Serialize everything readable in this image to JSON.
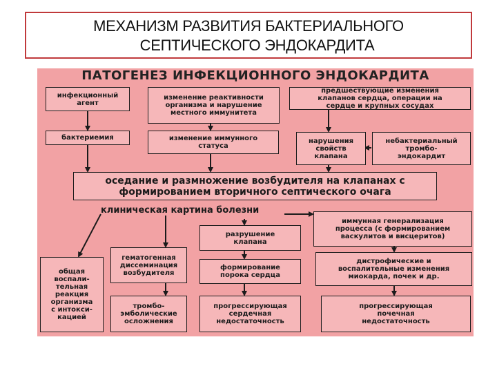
{
  "slide": {
    "title_line1": "МЕХАНИЗМ РАЗВИТИЯ БАКТЕРИАЛЬНОГО",
    "title_line2": "СЕПТИЧЕСКОГО ЭНДОКАРДИТА"
  },
  "diagram": {
    "title": "ПАТОГЕНЕЗ ИНФЕКЦИОННОГО ЭНДОКАРДИТА",
    "nodes": {
      "infectious_agent": "инфекционный\nагент",
      "reactivity_change": "изменение реактивности\nорганизма и нарушение\nместного иммунитета",
      "previous_changes": "предшествующие изменения\nклапанов сердца, операции на\nсердце и крупных сосудах",
      "bacteremia": "бактериемия",
      "immune_status": "изменение иммунного\nстатуса",
      "valve_disorders": "нарушения\nсвойств\nклапана",
      "nonbacterial": "небактериальный\nтромбо-\nэндокардит",
      "settling": "оседание и размножение возбудителя на клапанах с\nформированием вторичного септического очага",
      "clinical_picture": "клиническая картина болезни",
      "immune_generalization": "иммунная генерализация\nпроцесса (с формированием\nваскулитов и висцеритов)",
      "valve_destruction": "разрушение\nклапана",
      "hematogenous": "гематогенная\nдиссеминация\nвозбудителя",
      "dystrophic": "дистрофические и\nвоспалительные изменения\nмиокарда, почек и др.",
      "general_reaction": "общая\nвоспали-\nтельная\nреакция\nорганизма\nс интокси-\nкацией",
      "heart_defect": "формирование\nпорока сердца",
      "thromboembolic": "тромбо-\nэмболические\nосложнения",
      "heart_failure": "прогрессирующая\nсердечная\nнедостаточность",
      "renal_failure": "прогрессирующая\nпочечная\nнедостаточность"
    }
  }
}
